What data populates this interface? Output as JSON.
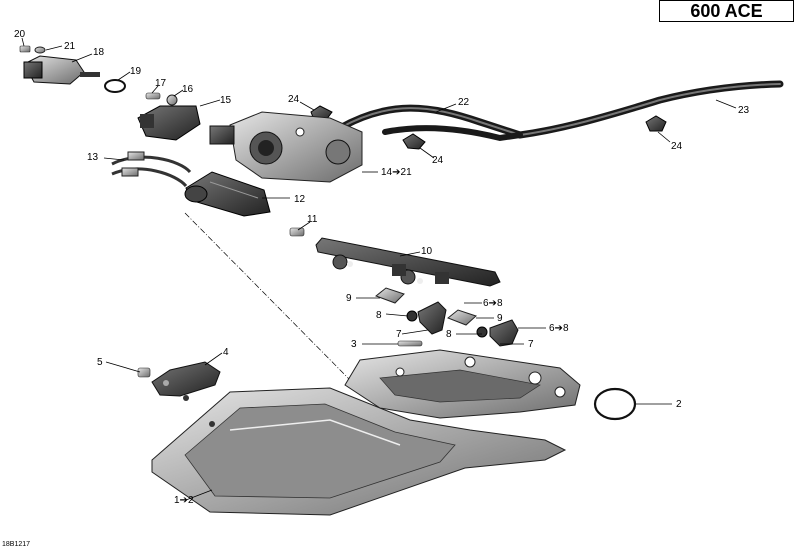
{
  "title": "600 ACE",
  "diagram_code": "18B1217",
  "callouts": [
    {
      "id": "c1",
      "text": "1➔2"
    },
    {
      "id": "c2",
      "text": "2"
    },
    {
      "id": "c3",
      "text": "3"
    },
    {
      "id": "c4",
      "text": "4"
    },
    {
      "id": "c5",
      "text": "5"
    },
    {
      "id": "c6a",
      "text": "6➔8"
    },
    {
      "id": "c6b",
      "text": "6➔8"
    },
    {
      "id": "c7a",
      "text": "7"
    },
    {
      "id": "c7b",
      "text": "7"
    },
    {
      "id": "c8a",
      "text": "8"
    },
    {
      "id": "c8b",
      "text": "8"
    },
    {
      "id": "c9a",
      "text": "9"
    },
    {
      "id": "c9b",
      "text": "9"
    },
    {
      "id": "c10",
      "text": "10"
    },
    {
      "id": "c11",
      "text": "11"
    },
    {
      "id": "c12",
      "text": "12"
    },
    {
      "id": "c13",
      "text": "13"
    },
    {
      "id": "c14",
      "text": "14➔21"
    },
    {
      "id": "c15",
      "text": "15"
    },
    {
      "id": "c16",
      "text": "16"
    },
    {
      "id": "c17",
      "text": "17"
    },
    {
      "id": "c18",
      "text": "18"
    },
    {
      "id": "c19",
      "text": "19"
    },
    {
      "id": "c20",
      "text": "20"
    },
    {
      "id": "c21",
      "text": "21"
    },
    {
      "id": "c22",
      "text": "22"
    },
    {
      "id": "c23",
      "text": "23"
    },
    {
      "id": "c24a",
      "text": "24"
    },
    {
      "id": "c24b",
      "text": "24"
    },
    {
      "id": "c24c",
      "text": "24"
    }
  ]
}
